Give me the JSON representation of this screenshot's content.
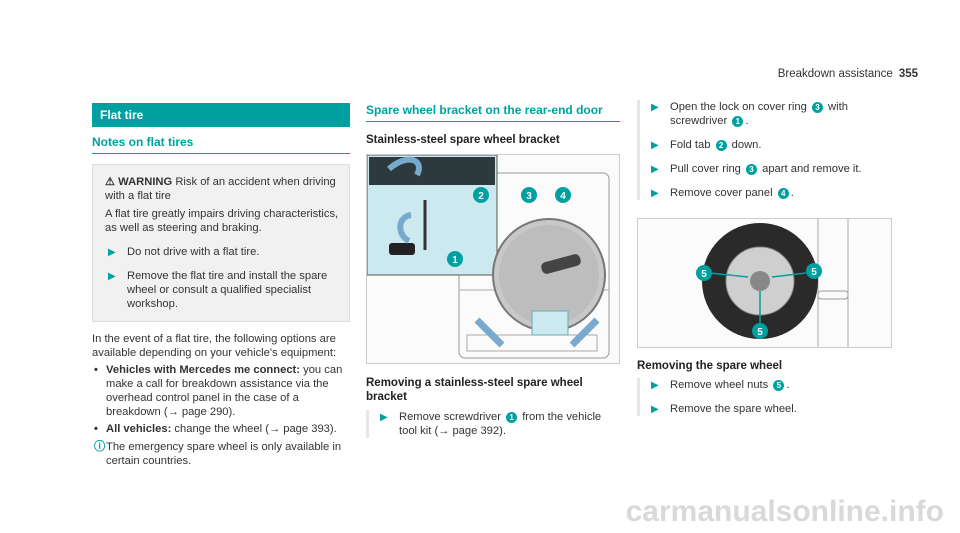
{
  "header": {
    "section": "Breakdown assistance",
    "page_number": "355"
  },
  "col1": {
    "bar_title": "Flat tire",
    "subheading": "Notes on flat tires",
    "warning": {
      "label": "WARNING",
      "text": "Risk of an accident when driving with a flat tire",
      "body": "A flat tire greatly impairs driving characteristics, as well as steering and braking.",
      "steps": [
        "Do not drive with a flat tire.",
        "Remove the flat tire and install the spare wheel or consult a qualified specialist workshop."
      ]
    },
    "intro": "In the event of a flat tire, the following options are available depending on your vehicle's equipment:",
    "bullets": [
      {
        "bold": "Vehicles with Mercedes me connect:",
        "text": "you can make a call for breakdown assistance via the overhead control panel in the case of a breakdown (→ page 290)."
      },
      {
        "bold": "All vehicles:",
        "text": "change the wheel (→ page 393)."
      }
    ],
    "info": "The emergency spare wheel is only available in certain countries."
  },
  "col2": {
    "subheading": "Spare wheel bracket on the rear-end door",
    "image_title": "Stainless-steel spare wheel bracket",
    "callouts": [
      "1",
      "2",
      "3",
      "4"
    ],
    "caption": "Removing a stainless-steel spare wheel bracket",
    "step1_pre": "Remove screwdriver",
    "step1_num": "1",
    "step1_post": "from the vehicle tool kit (→ page 392)."
  },
  "col3": {
    "steps": [
      {
        "pre": "Open the lock on cover ring",
        "num": "3",
        "mid": "with screwdriver",
        "num2": "1",
        "post": "."
      },
      {
        "pre": "Fold tab",
        "num": "2",
        "post": "down."
      },
      {
        "pre": "Pull cover ring",
        "num": "3",
        "post": "apart and remove it."
      },
      {
        "pre": "Remove cover panel",
        "num": "4",
        "post": "."
      }
    ],
    "callouts": [
      "5",
      "5",
      "5"
    ],
    "caption": "Removing the spare wheel",
    "steps2": [
      {
        "pre": "Remove wheel nuts",
        "num": "5",
        "post": "."
      },
      {
        "pre": "Remove the spare wheel.",
        "num": "",
        "post": ""
      }
    ]
  },
  "footer": {
    "watermark": "carmanualsonline.info"
  },
  "colors": {
    "accent": "#00a0a0"
  }
}
